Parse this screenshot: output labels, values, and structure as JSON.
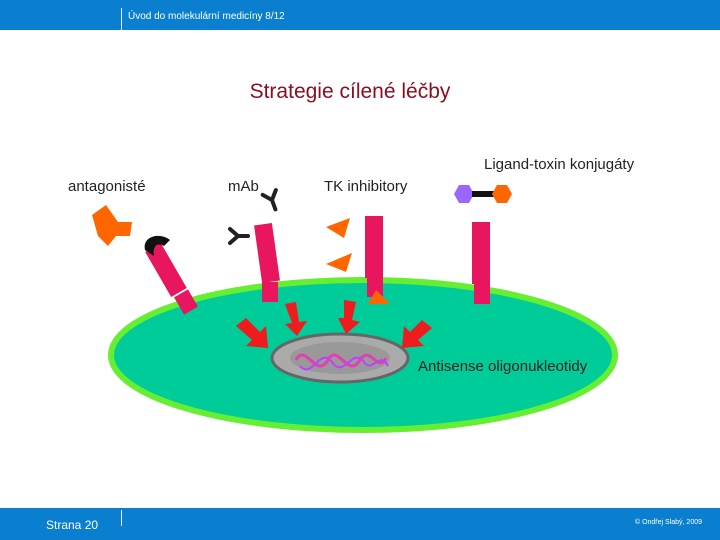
{
  "header": {
    "course": "Úvod do molekulární medicíny 8/12"
  },
  "slide": {
    "title": "Strategie cílené léčby"
  },
  "diagram": {
    "labels": {
      "antagonists": "antagonisté",
      "mab": "mAb",
      "tk": "TK inhibitory",
      "ligand": "Ligand-toxin konjugáty",
      "antisense": "Antisense oligonukleotidy"
    },
    "colors": {
      "cell": "#00cc99",
      "cell_border": "#66ee33",
      "receptor": "#e8165f",
      "arrow": "#ee1c1c",
      "antagonist": "#ff6600",
      "nucleus": "#aaaaaa"
    }
  },
  "footer": {
    "page": "Strana 20",
    "copyright": "© Ondřej Slabý, 2009"
  }
}
